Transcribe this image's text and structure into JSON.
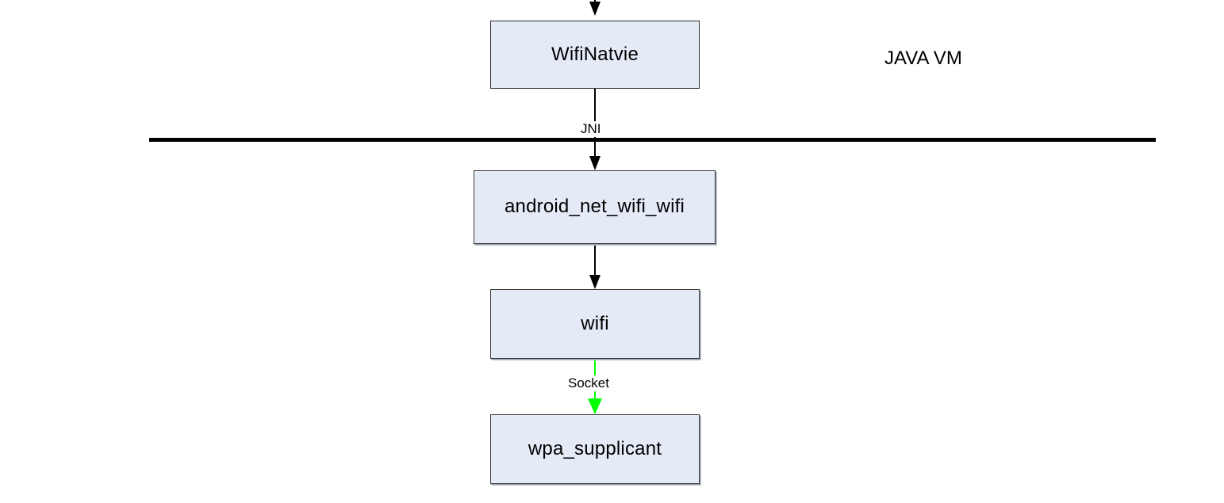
{
  "diagram": {
    "title_label": "JAVA VM",
    "boundary": {
      "name": "java-vm-native-boundary",
      "color": "#000000"
    },
    "nodes": [
      {
        "id": "wifinative",
        "label": "WifiNatvie",
        "fill": "#e4eaf6",
        "border": "#2b2b2b"
      },
      {
        "id": "jni_layer",
        "label": "android_net_wifi_wifi",
        "fill": "#e4eaf6",
        "border": "#2b2b2b"
      },
      {
        "id": "wifi",
        "label": "wifi",
        "fill": "#e4eaf6",
        "border": "#2b2b2b"
      },
      {
        "id": "wpa",
        "label": "wpa_supplicant",
        "fill": "#e4eaf6",
        "border": "#2b2b2b"
      }
    ],
    "edges": [
      {
        "id": "incoming",
        "label": "",
        "from": "",
        "to": "wifinative",
        "color": "#000000"
      },
      {
        "id": "jni",
        "label": "JNI",
        "from": "wifinative",
        "to": "jni_layer",
        "color": "#000000"
      },
      {
        "id": "to_wifi",
        "label": "",
        "from": "jni_layer",
        "to": "wifi",
        "color": "#000000"
      },
      {
        "id": "socket",
        "label": "Socket",
        "from": "wifi",
        "to": "wpa",
        "color": "#00ff00"
      }
    ]
  }
}
